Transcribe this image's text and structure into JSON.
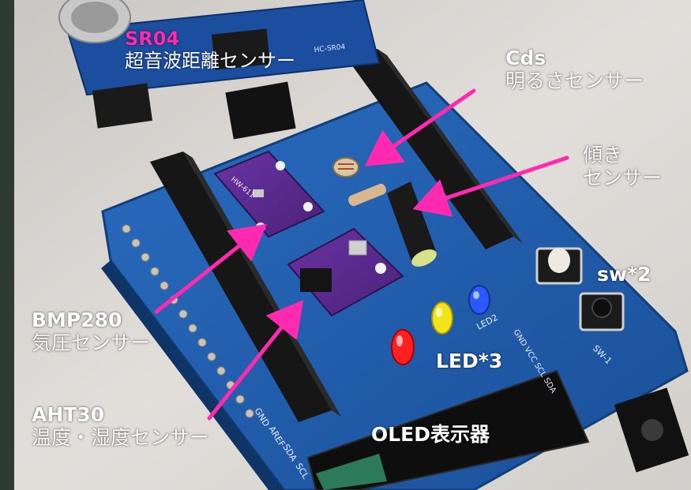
{
  "labels": {
    "sr04": {
      "name": "SR04",
      "desc": "超音波距離センサー"
    },
    "cds": {
      "name": "Cds",
      "desc": "明るさセンサー"
    },
    "tilt": {
      "line1": "傾き",
      "line2": "センサー"
    },
    "sw": {
      "text": "sw*2"
    },
    "bmp280": {
      "name": "BMP280",
      "desc": "気圧センサー"
    },
    "led": {
      "text": "LED*3"
    },
    "aht30": {
      "name": "AHT30",
      "desc": "温度・湿度センサー"
    },
    "oled": {
      "text": "OLED表示器"
    }
  },
  "board_text": {
    "sensor_module": "HW-611",
    "ultrasonic_module": "HC-SR04",
    "switch": "SW-1",
    "led_label": "LED2",
    "oled_header": "GND VCC SCL SDA",
    "pins": [
      "GND",
      "AREF",
      "SDA",
      "SCL"
    ]
  },
  "colors": {
    "board_blue": "#1f5fb0",
    "arrow_magenta": "#ff2ab0",
    "label_text": "#ffffff",
    "purple_module": "#5a2a8c",
    "led_red": "#ff2020",
    "led_yellow": "#f3e31a",
    "led_blue": "#2a5aff"
  }
}
